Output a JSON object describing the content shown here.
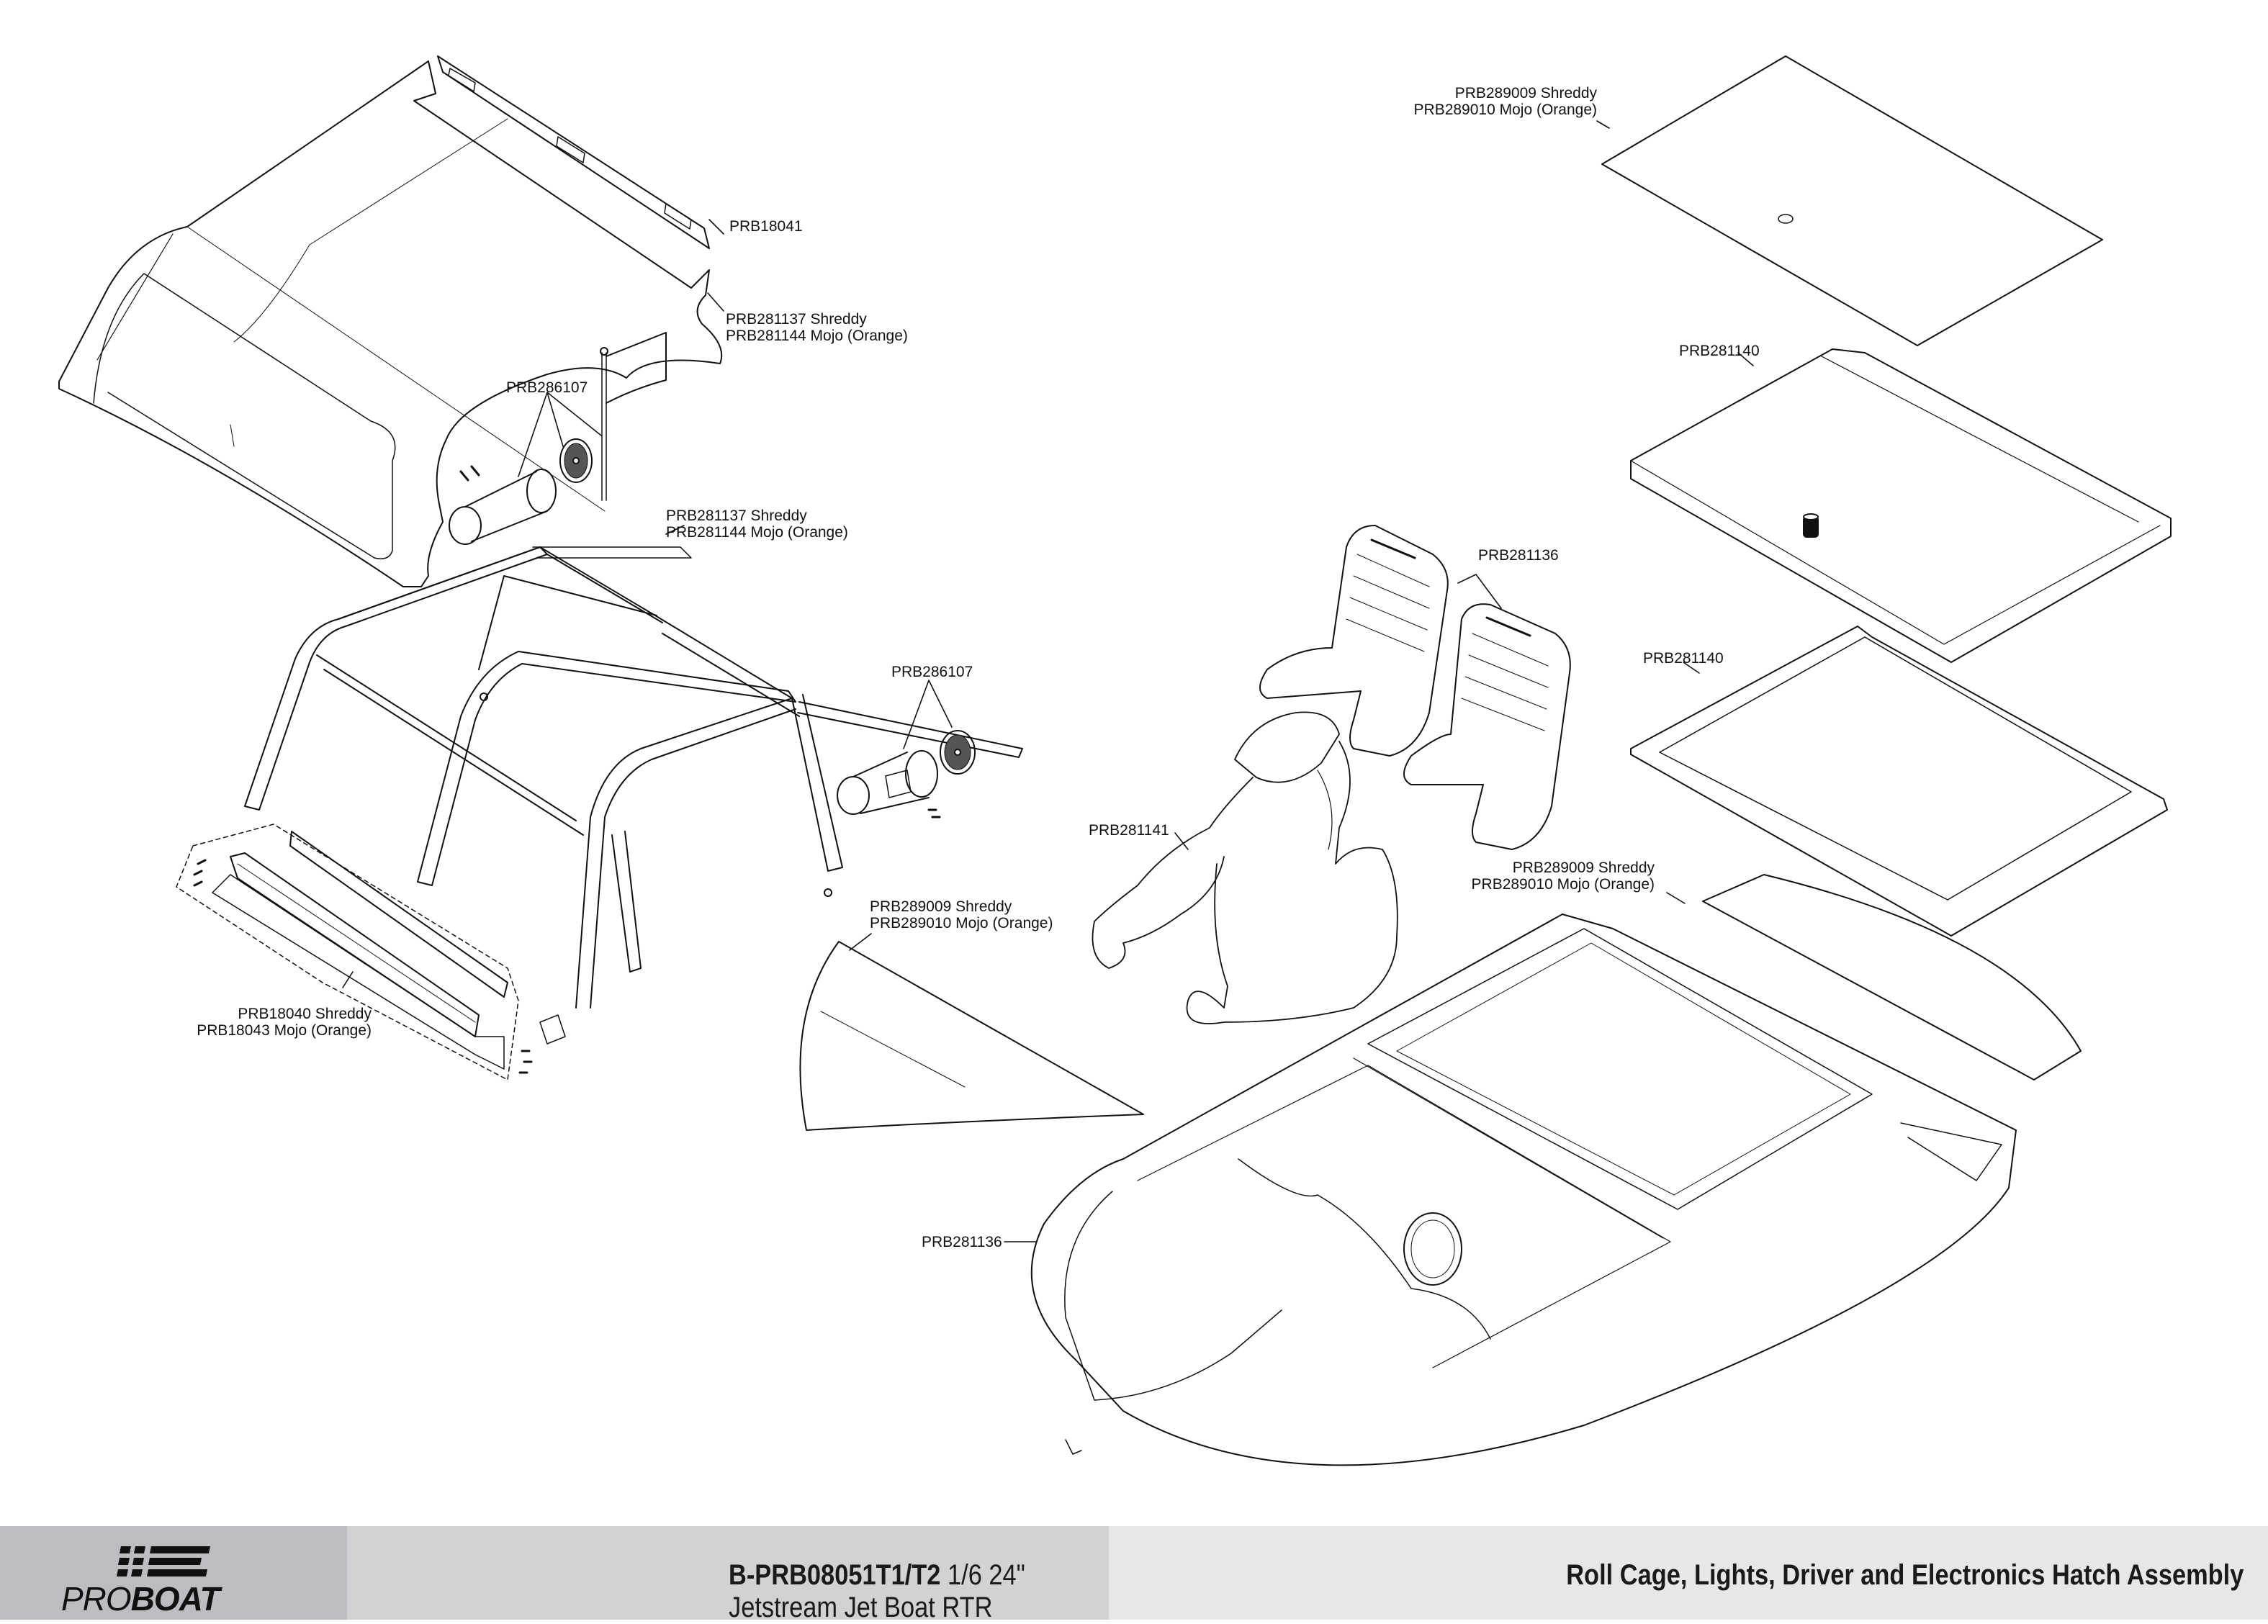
{
  "document": {
    "brand": {
      "logo_prefix": "PRO",
      "logo_suffix": "BOAT",
      "logo_icon": "proboat-logo-icon"
    },
    "model_code": "B-PRB08051T1/T2",
    "model_name": "1/6 24\" Jetstream Jet Boat RTR",
    "section_title": "Roll Cage, Lights, Driver and Electronics Hatch Assembly"
  },
  "parts": [
    {
      "id": "roof-panel-bar",
      "lines": [
        "PRB18041"
      ]
    },
    {
      "id": "canopy-top",
      "lines": [
        "PRB281137 Shreddy",
        "PRB281144 Mojo (Orange)"
      ]
    },
    {
      "id": "speaker-upper",
      "lines": [
        "PRB286107"
      ]
    },
    {
      "id": "cage-crossbar",
      "lines": [
        "PRB281137 Shreddy",
        "PRB281144 Mojo (Orange)"
      ]
    },
    {
      "id": "speaker-lower",
      "lines": [
        "PRB286107"
      ]
    },
    {
      "id": "light-bar",
      "lines": [
        "PRB18040 Shreddy",
        "PRB18043 Mojo (Orange)"
      ]
    },
    {
      "id": "windscreen-decal",
      "lines": [
        "PRB289009 Shreddy",
        "PRB289010 Mojo (Orange)"
      ]
    },
    {
      "id": "top-decal",
      "lines": [
        "PRB289009 Shreddy",
        "PRB289010 Mojo (Orange)"
      ]
    },
    {
      "id": "hatch-cover",
      "lines": [
        "PRB281140"
      ]
    },
    {
      "id": "seats",
      "lines": [
        "PRB281136"
      ]
    },
    {
      "id": "hatch-gasket",
      "lines": [
        "PRB281140"
      ]
    },
    {
      "id": "driver-figure",
      "lines": [
        "PRB281141"
      ]
    },
    {
      "id": "deck-decal",
      "lines": [
        "PRB289009 Shreddy",
        "PRB289010 Mojo (Orange)"
      ]
    },
    {
      "id": "hull-deck",
      "lines": [
        "PRB281136"
      ]
    }
  ],
  "colors": {
    "line": "#111111",
    "footer_logo_bg": "#bcbdc0",
    "footer_title_bg": "#d1d2d4",
    "footer_section_bg": "#e6e7e8"
  }
}
